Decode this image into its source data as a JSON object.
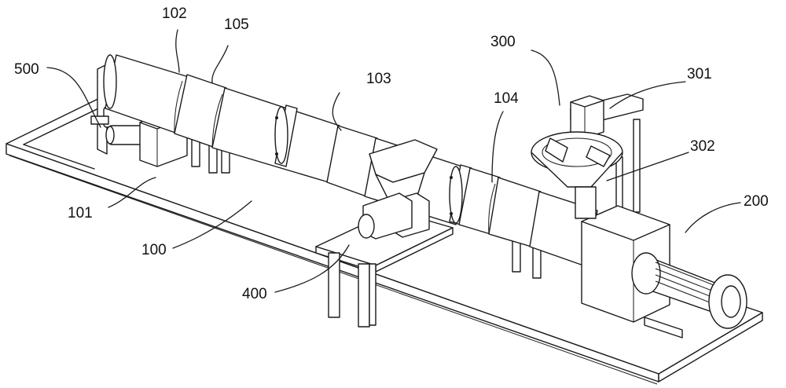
{
  "labels": {
    "l100": "100",
    "l101": "101",
    "l102": "102",
    "l103": "103",
    "l104": "104",
    "l105": "105",
    "l200": "200",
    "l300": "300",
    "l301": "301",
    "l302": "302",
    "l400": "400",
    "l500": "500"
  }
}
